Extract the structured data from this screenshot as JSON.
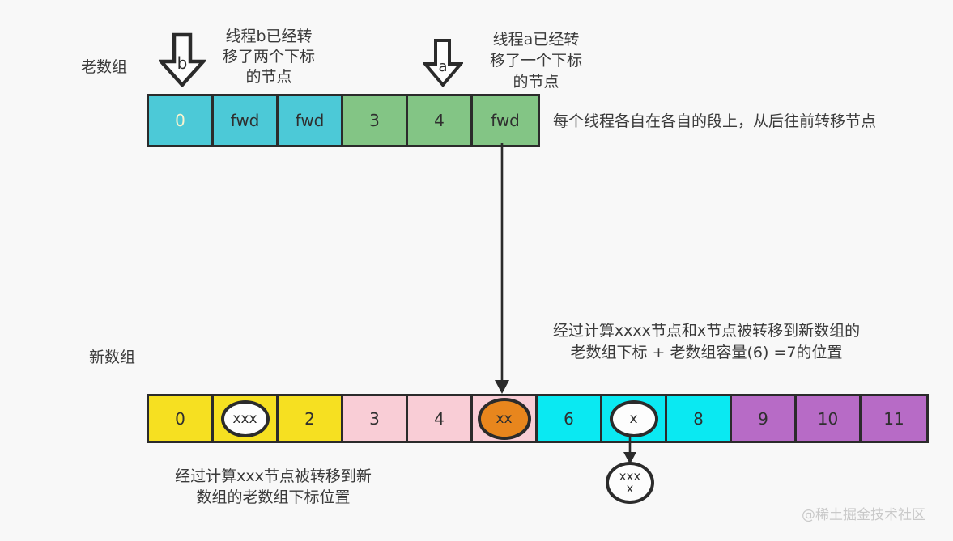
{
  "colors": {
    "background": "#f8f8f8",
    "old_cyan": "#4cc9d7",
    "old_green": "#83c585",
    "new_yellow": "#f6e021",
    "new_pink": "#f9cdd6",
    "new_cyan": "#0ae9f2",
    "new_purple": "#b76bc6",
    "oval_orange": "#e8861d",
    "oval_white": "#fdfdfd",
    "line_dark": "#2b2b2b",
    "watermark_gray": "#c9c9c9"
  },
  "old_array": {
    "label": "老数组",
    "cells": [
      {
        "text": "0"
      },
      {
        "text": "fwd"
      },
      {
        "text": "fwd"
      },
      {
        "text": "3"
      },
      {
        "text": "4"
      },
      {
        "text": "fwd"
      }
    ],
    "side_note": "每个线程各自在各自的段上，从后往前转移节点"
  },
  "thread_arrows": {
    "b_letter": "b",
    "a_letter": "a"
  },
  "notes": {
    "thread_b": [
      "线程b已经转",
      "移了两个下标",
      "的节点"
    ],
    "thread_a": [
      "线程a已经转",
      "移了一个下标",
      "的节点"
    ],
    "new_array_above": [
      "经过计算xxxx节点和x节点被转移到新数组的",
      "老数组下标 + 老数组容量(6) =7的位置"
    ],
    "new_array_below": [
      "经过计算xxx节点被转移到新",
      "数组的老数组下标位置"
    ]
  },
  "new_array": {
    "label": "新数组",
    "cells": [
      {
        "text": "0"
      },
      {
        "oval_text": "xxx"
      },
      {
        "text": "2"
      },
      {
        "text": "3"
      },
      {
        "text": "4"
      },
      {
        "oval_text": "xx"
      },
      {
        "text": "6"
      },
      {
        "oval_text": "x"
      },
      {
        "text": "8"
      },
      {
        "text": "9"
      },
      {
        "text": "10"
      },
      {
        "text": "11"
      }
    ]
  },
  "detached_node": {
    "lines": [
      "xxx",
      "x"
    ]
  },
  "watermark": "@稀土掘金技术社区"
}
